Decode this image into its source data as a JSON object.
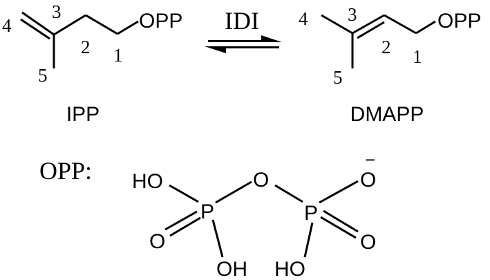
{
  "colors": {
    "ink": "#000000",
    "background": "#ffffff"
  },
  "reaction": {
    "enzyme_label": "IDI",
    "arrow_type": "equilibrium",
    "reactant": {
      "name": "IPP",
      "group_label": "OPP",
      "carbon_numbers": [
        "1",
        "2",
        "3",
        "4",
        "5"
      ]
    },
    "product": {
      "name": "DMAPP",
      "group_label": "OPP",
      "carbon_numbers": [
        "1",
        "2",
        "3",
        "4",
        "5"
      ]
    }
  },
  "opp_definition": {
    "label": "OPP:",
    "atoms": {
      "left_ho": "HO",
      "left_p": "P",
      "left_double_o": "O",
      "left_oh": "OH",
      "bridge_o": "O",
      "right_p": "P",
      "right_o_minus": "O",
      "right_charge": "−",
      "right_double_o": "O",
      "right_ho": "HO"
    }
  }
}
